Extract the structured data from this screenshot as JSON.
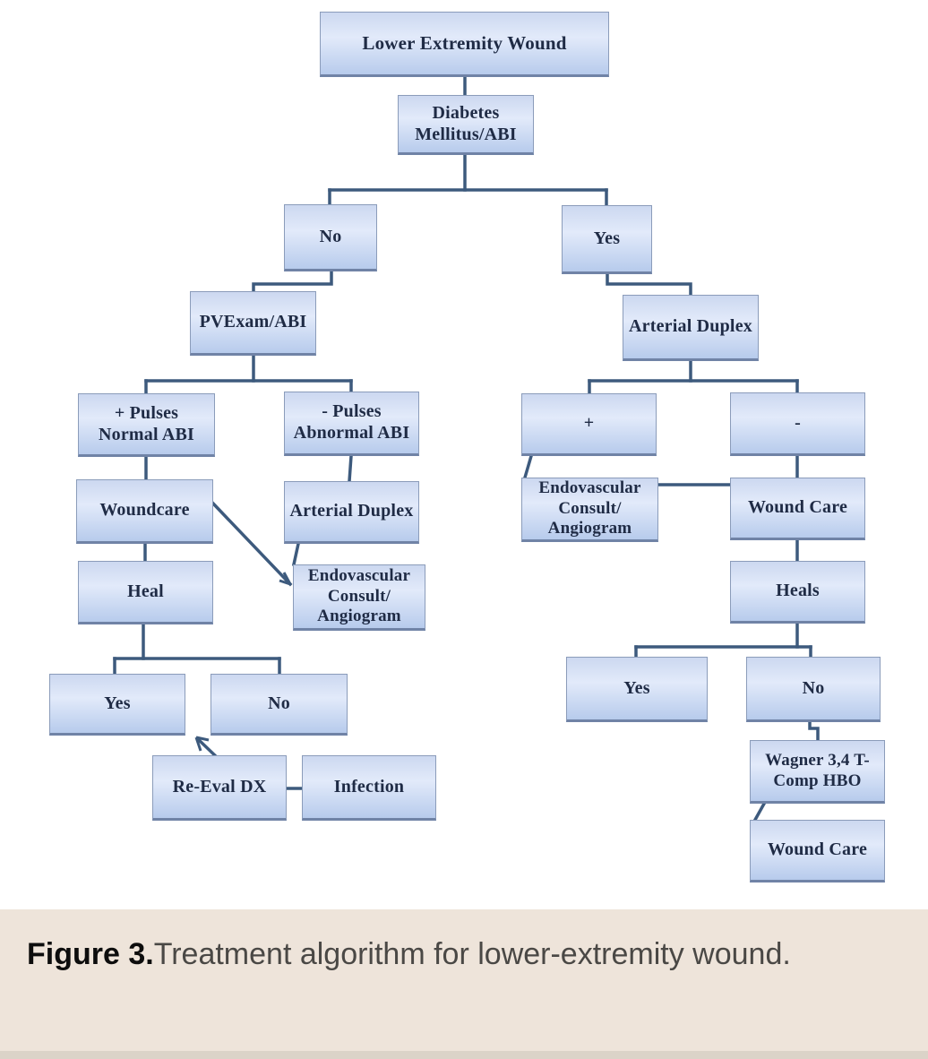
{
  "figure": {
    "caption_label": "Figure 3.",
    "caption_text": "Treatment algorithm for lower-extremity wound."
  },
  "colors": {
    "node_fill_top": "#ccd8f0",
    "node_fill_mid": "#e2eafa",
    "node_fill_bottom": "#b7cbec",
    "node_border": "#8b9cba",
    "connector": "#3d5a7d",
    "node_text": "#1f2b45",
    "caption_bg": "#eee4da",
    "caption_bold_text": "#0d0d0d",
    "caption_body_text": "#4a4845"
  },
  "diagram": {
    "title": "Treatment algorithm for lower-extremity wound",
    "nodes": [
      {
        "id": "lower-extremity-wound",
        "label": "Lower Extremity Wound"
      },
      {
        "id": "diabetes-mellitus-abi",
        "label": "Diabetes\nMellitus/ABI"
      },
      {
        "id": "diabetes-no",
        "label": "No"
      },
      {
        "id": "diabetes-yes",
        "label": "Yes"
      },
      {
        "id": "pvexam-abi",
        "label": "PVExam/ABI"
      },
      {
        "id": "arterial-duplex-right",
        "label": "Arterial Duplex"
      },
      {
        "id": "plus-pulses-normal-abi",
        "label": "+ Pulses\nNormal ABI"
      },
      {
        "id": "minus-pulses-abnormal-abi",
        "label": "- Pulses\nAbnormal ABI"
      },
      {
        "id": "woundcare",
        "label": "Woundcare"
      },
      {
        "id": "arterial-duplex-left",
        "label": "Arterial Duplex"
      },
      {
        "id": "heal",
        "label": "Heal"
      },
      {
        "id": "endovascular-consult-left",
        "label": "Endovascular\nConsult/\nAngiogram"
      },
      {
        "id": "heal-yes",
        "label": "Yes"
      },
      {
        "id": "heal-no",
        "label": "No"
      },
      {
        "id": "re-eval-dx",
        "label": "Re-Eval DX"
      },
      {
        "id": "infection",
        "label": "Infection"
      },
      {
        "id": "duplex-positive",
        "label": "+"
      },
      {
        "id": "duplex-negative",
        "label": "-"
      },
      {
        "id": "endovascular-consult-right",
        "label": "Endovascular\nConsult/\nAngiogram"
      },
      {
        "id": "wound-care-right",
        "label": "Wound Care"
      },
      {
        "id": "heals",
        "label": "Heals"
      },
      {
        "id": "heals-yes",
        "label": "Yes"
      },
      {
        "id": "heals-no",
        "label": "No"
      },
      {
        "id": "wagner-hbo",
        "label": "Wagner 3,4 T-\nComp HBO"
      },
      {
        "id": "wound-care-bottom",
        "label": "Wound Care"
      }
    ],
    "edges": [
      {
        "from": "lower-extremity-wound",
        "to": "diabetes-mellitus-abi"
      },
      {
        "from": "diabetes-mellitus-abi",
        "to": "diabetes-no"
      },
      {
        "from": "diabetes-mellitus-abi",
        "to": "diabetes-yes"
      },
      {
        "from": "diabetes-no",
        "to": "pvexam-abi"
      },
      {
        "from": "diabetes-yes",
        "to": "arterial-duplex-right"
      },
      {
        "from": "pvexam-abi",
        "to": "plus-pulses-normal-abi"
      },
      {
        "from": "pvexam-abi",
        "to": "minus-pulses-abnormal-abi"
      },
      {
        "from": "plus-pulses-normal-abi",
        "to": "woundcare"
      },
      {
        "from": "minus-pulses-abnormal-abi",
        "to": "arterial-duplex-left"
      },
      {
        "from": "woundcare",
        "to": "heal"
      },
      {
        "from": "woundcare",
        "to": "endovascular-consult-left"
      },
      {
        "from": "arterial-duplex-left",
        "to": "endovascular-consult-left"
      },
      {
        "from": "heal",
        "to": "heal-yes"
      },
      {
        "from": "heal",
        "to": "heal-no"
      },
      {
        "from": "re-eval-dx",
        "to": "heal-no"
      },
      {
        "from": "re-eval-dx",
        "to": "infection"
      },
      {
        "from": "arterial-duplex-right",
        "to": "duplex-positive"
      },
      {
        "from": "arterial-duplex-right",
        "to": "duplex-negative"
      },
      {
        "from": "duplex-positive",
        "to": "endovascular-consult-right"
      },
      {
        "from": "endovascular-consult-right",
        "to": "wound-care-right"
      },
      {
        "from": "duplex-negative",
        "to": "wound-care-right"
      },
      {
        "from": "wound-care-right",
        "to": "heals"
      },
      {
        "from": "heals",
        "to": "heals-yes"
      },
      {
        "from": "heals",
        "to": "heals-no"
      },
      {
        "from": "heals-no",
        "to": "wagner-hbo"
      },
      {
        "from": "wagner-hbo",
        "to": "wound-care-bottom"
      }
    ]
  }
}
